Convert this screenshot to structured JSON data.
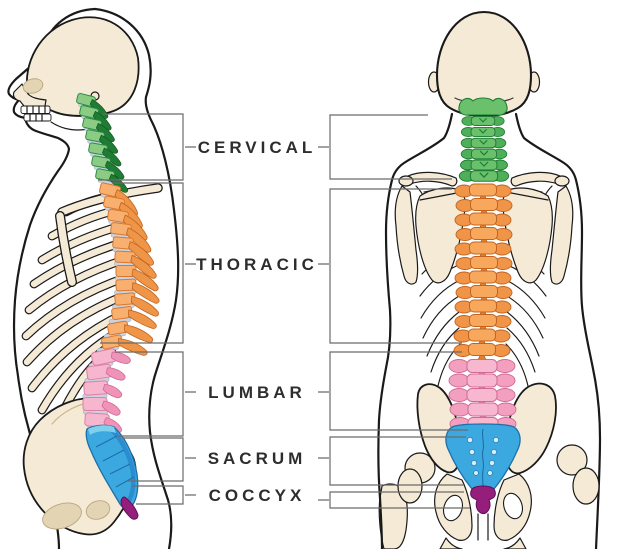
{
  "regions": [
    {
      "label": "CERVICAL",
      "color": "#58B75E",
      "color_light": "#8BCB84",
      "color_dark": "#1E7C35"
    },
    {
      "label": "THORACIC",
      "color": "#F5A053",
      "color_light": "#F8B070",
      "color_dark": "#C2641F"
    },
    {
      "label": "LUMBAR",
      "color": "#F5AFC9",
      "color_light": "#F7B7CE",
      "color_dark": "#D06A94"
    },
    {
      "label": "SACRUM",
      "color": "#3BA9E0",
      "color_light": "#7FD0EC",
      "color_dark": "#1E6FA8"
    },
    {
      "label": "COCCYX",
      "color": "#951E7C",
      "color_light": "#B03A94",
      "color_dark": "#5E1157"
    }
  ],
  "palette": {
    "background": "#FFFFFF",
    "bone": "#F5EAD5",
    "bone_shadow": "#E3D4B4",
    "outline": "#1A1A1A",
    "disc": "#C7D3E2",
    "bracket_line": "#6B6B6B",
    "label_text": "#2D2D2D"
  }
}
